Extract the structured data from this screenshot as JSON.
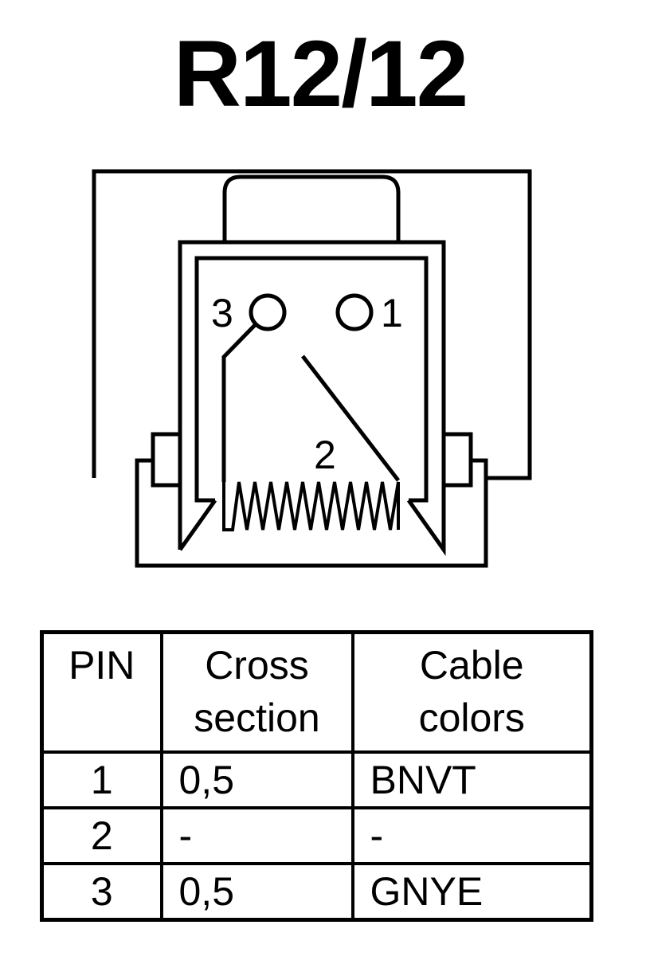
{
  "title": "R12/12",
  "connector": {
    "pin_labels": [
      "3",
      "1",
      "2"
    ]
  },
  "table": {
    "headers": {
      "pin": "PIN",
      "cross_line1": "Cross",
      "cross_line2": "section",
      "color_line1": "Cable",
      "color_line2": "colors"
    },
    "rows": [
      {
        "pin": "1",
        "cross_section": "0,5",
        "cable_colors": "BNVT"
      },
      {
        "pin": "2",
        "cross_section": "-",
        "cable_colors": "-"
      },
      {
        "pin": "3",
        "cross_section": "0,5",
        "cable_colors": "GNYE"
      }
    ]
  }
}
